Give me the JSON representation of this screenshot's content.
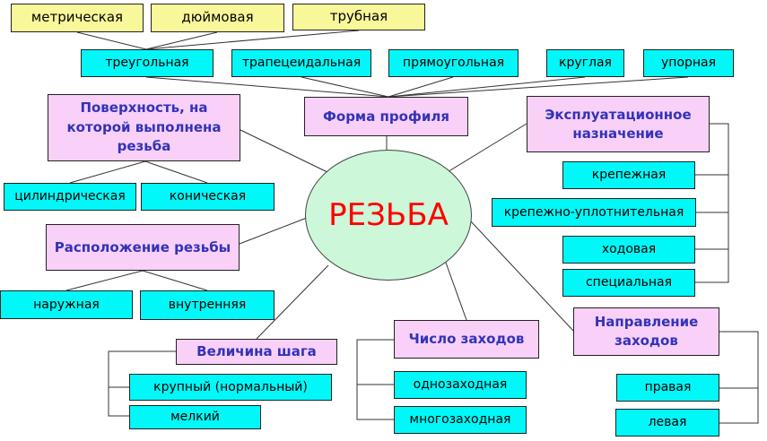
{
  "center": "РЕЗЬБА",
  "profile": {
    "title": "Форма профиля",
    "types": [
      "треугольная",
      "трапецеидальная",
      "прямоугольная",
      "круглая",
      "упорная"
    ],
    "triangular_sub": [
      "метрическая",
      "дюймовая",
      "трубная"
    ]
  },
  "surface": {
    "title": "Поверхность, на которой выполнена резьба",
    "items": [
      "цилиндрическая",
      "коническая"
    ]
  },
  "purpose": {
    "title": "Эксплуатационное назначение",
    "items": [
      "крепежная",
      "крепежно-уплотнительная",
      "ходовая",
      "специальная"
    ]
  },
  "location": {
    "title": "Расположение резьбы",
    "items": [
      "наружная",
      "внутренняя"
    ]
  },
  "pitch": {
    "title": "Величина шага",
    "items": [
      "крупный (нормальный)",
      "мелкий"
    ]
  },
  "starts": {
    "title": "Число заходов",
    "items": [
      "однозаходная",
      "многозаходная"
    ]
  },
  "direction": {
    "title": "Направление заходов",
    "items": [
      "правая",
      "левая"
    ]
  }
}
